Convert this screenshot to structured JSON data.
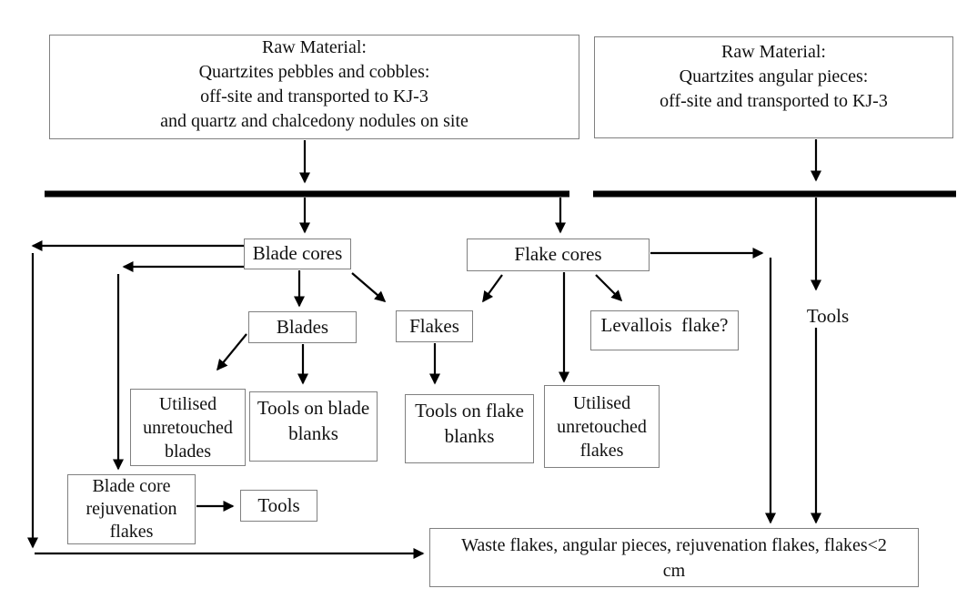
{
  "diagram": {
    "boxes": {
      "raw_left": {
        "label": "Raw Material:\nQuartzites pebbles and cobbles:\noff-site and transported to KJ-3\nand quartz and chalcedony nodules on site"
      },
      "raw_right": {
        "label": "Raw Material:\nQuartzites angular pieces:\noff-site and transported to KJ-3"
      },
      "blade_cores": {
        "label": "Blade cores"
      },
      "flake_cores": {
        "label": "Flake cores"
      },
      "blades": {
        "label": "Blades"
      },
      "flakes": {
        "label": "Flakes"
      },
      "levallois": {
        "label": "Levallois  flake?"
      },
      "utilised_blades": {
        "label": "Utilised\nunretouched\nblades"
      },
      "tools_blade_blanks": {
        "label": "Tools on blade\nblanks"
      },
      "tools_flake_blanks": {
        "label": "Tools on flake\nblanks"
      },
      "utilised_flakes": {
        "label": "Utilised\nunretouched\nflakes"
      },
      "blade_core_rejuvenation": {
        "label": "Blade core\nrejuvenation\nflakes"
      },
      "tools_small": {
        "label": "Tools"
      },
      "waste": {
        "label": "Waste flakes, angular pieces, rejuvenation flakes, flakes<2\ncm"
      }
    },
    "labels": {
      "tools_right": "Tools"
    },
    "colors": {
      "line": "#000000",
      "box_border": "#808080",
      "text": "#111111",
      "background": "#ffffff"
    }
  }
}
